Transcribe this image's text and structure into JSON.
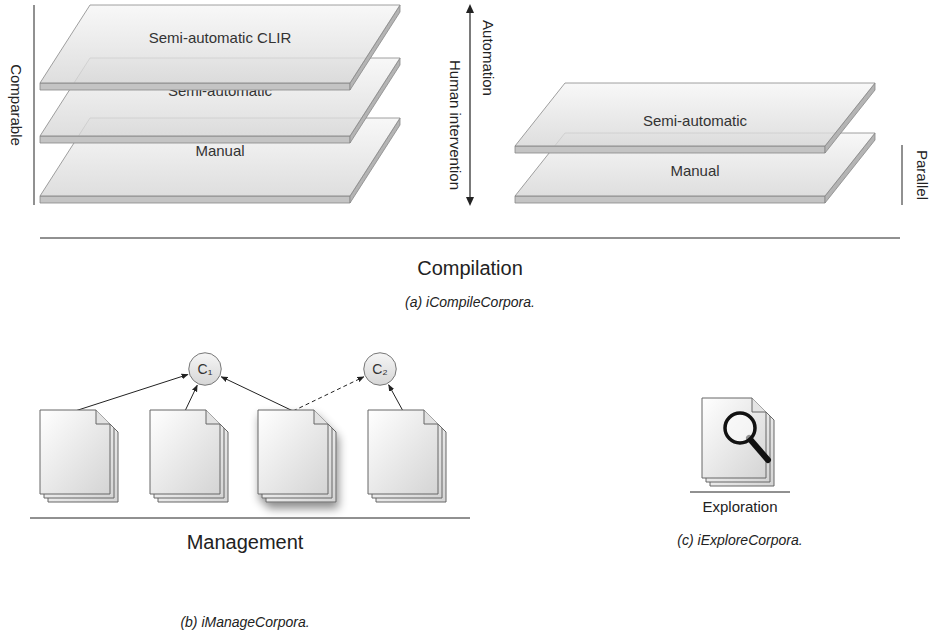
{
  "diagram": {
    "nodes": [
      {
        "text": [
          "Semi-automatic CLIR"
        ]
      },
      {
        "text": [
          "Semi-automatic"
        ]
      },
      {
        "text": [
          "Manual"
        ]
      },
      {
        "text": [
          "Semi-automatic"
        ]
      },
      {
        "text": [
          "Manual"
        ]
      },
      {
        "text": [
          "C₁"
        ]
      },
      {
        "text": [
          "C₂"
        ]
      },
      {
        "text": []
      },
      {
        "text": []
      },
      {
        "text": []
      },
      {
        "text": []
      }
    ],
    "edges": [
      {
        "from": 7,
        "to": 5,
        "arrow": "to"
      },
      {
        "from": 8,
        "to": 5,
        "arrow": "to"
      },
      {
        "from": 9,
        "to": 5,
        "arrow": "to"
      },
      {
        "from": 9,
        "to": 6,
        "arrow": "to"
      },
      {
        "from": 10,
        "to": 6,
        "arrow": "to"
      }
    ],
    "labels": [
      "Comparable",
      "Human intervention",
      "Automation",
      "Parallel",
      "Compilation",
      "(a) iCompileCorpora.",
      "Management",
      "(b) iManageCorpora.",
      "Exploration",
      "(c) iExploreCorpora."
    ]
  }
}
